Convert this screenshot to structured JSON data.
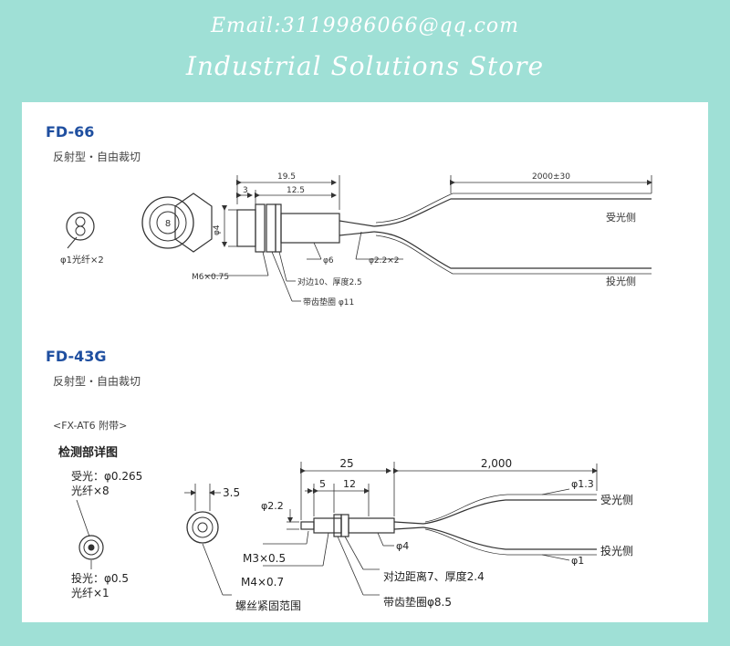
{
  "header": {
    "email": "Email:3119986066@qq.com",
    "store": "Industrial Solutions Store"
  },
  "fd66": {
    "model": "FD-66",
    "type": "反射型・自由裁切",
    "dims": {
      "total": "19.5",
      "left": "3",
      "thread": "12.5",
      "cable": "2000±30",
      "dia": "φ4",
      "fiber": "φ1光纤×2",
      "thread_spec": "M6×0.75",
      "tube": "φ6",
      "cable_dia": "φ2.2×2",
      "nut": "对边10、厚度2.5",
      "washer": "带齿垫圈 φ11",
      "receive": "受光侧",
      "emit": "投光侧",
      "head_mark": "8"
    }
  },
  "fd43g": {
    "model": "FD-43G",
    "type": "反射型・自由裁切",
    "accessory": "<FX-AT6 附带>",
    "detail_title": "检测部详图",
    "receive_spec": "受光：φ0.265",
    "receive_fiber": "光纤×8",
    "emit_spec": "投光：φ0.5",
    "emit_fiber": "光纤×1",
    "dims": {
      "head_len": "3.5",
      "d22": "φ2.2",
      "total": "25",
      "d5": "5",
      "d12": "12",
      "cable": "2,000",
      "m3": "M3×0.5",
      "m4": "M4×0.7",
      "d4": "φ4",
      "screw_range": "螺丝紧固范围",
      "nut": "对边距离7、厚度2.4",
      "washer": "带齿垫圈φ8.5",
      "d13": "φ1.3",
      "d1": "φ1",
      "receive": "受光侧",
      "emit": "投光侧"
    }
  },
  "colors": {
    "background": "#9fe0d6",
    "model_title": "#1f4fa0",
    "line": "#333333"
  }
}
